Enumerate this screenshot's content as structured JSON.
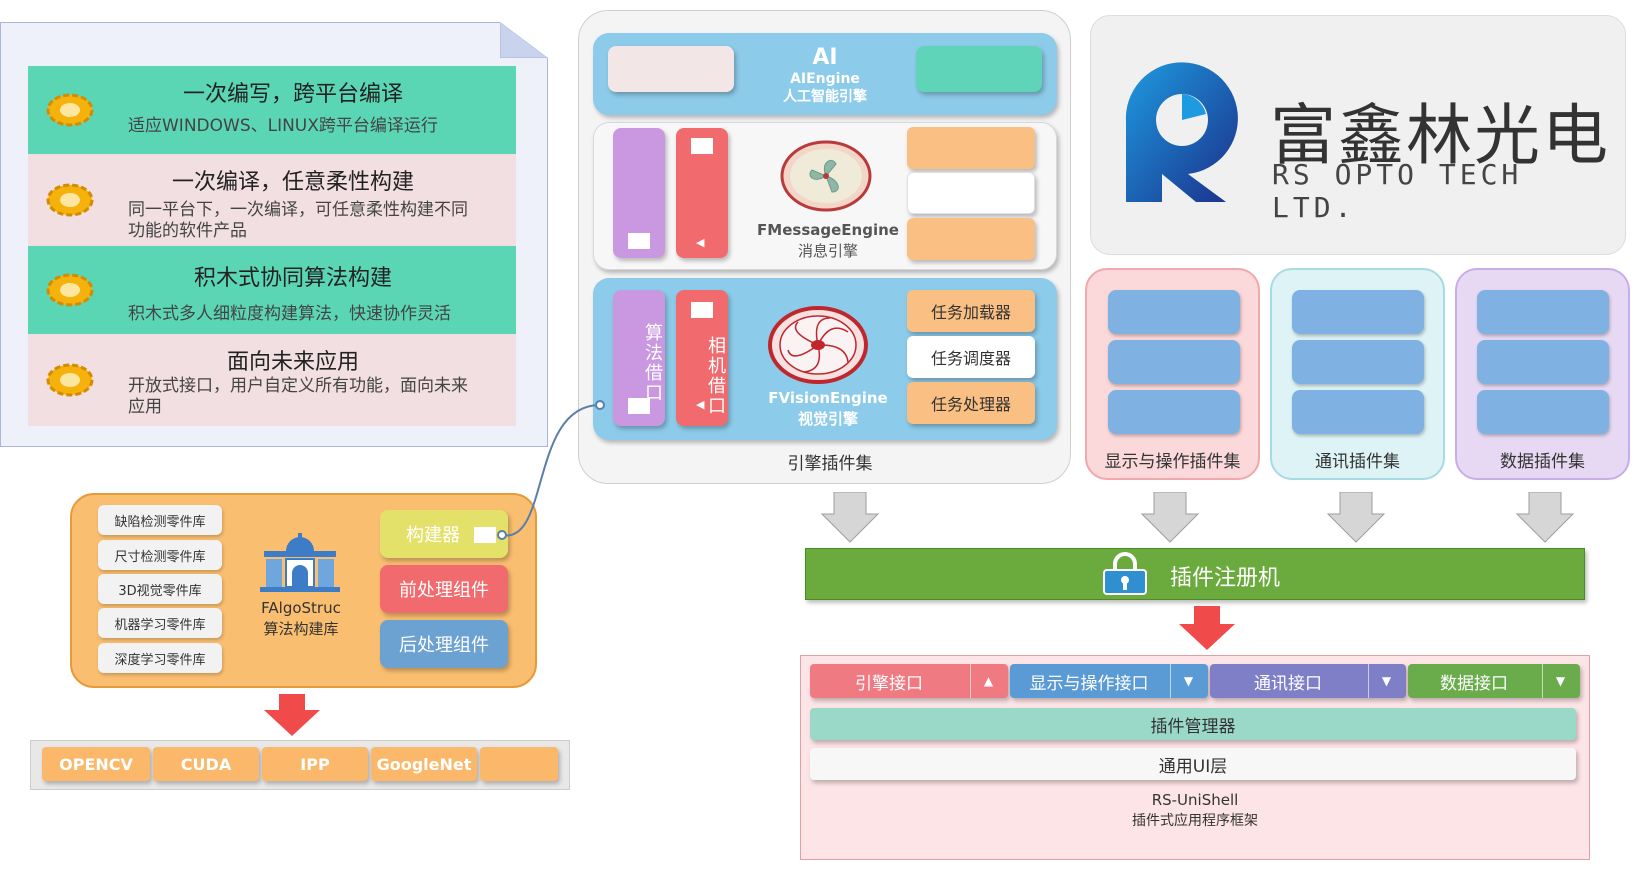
{
  "features": [
    {
      "title": "一次编写，跨平台编译",
      "desc": "适应WINDOWS、LINUX跨平台编译运行",
      "bg": "#5bd6b5"
    },
    {
      "title": "一次编译，任意柔性构建",
      "desc": "同一平台下，一次编译，可任意柔性构建不同功能的软件产品",
      "bg": "#f1dfe2"
    },
    {
      "title": "积木式协同算法构建",
      "desc": "积木式多人细粒度构建算法，快速协作灵活",
      "bg": "#5bd6b5"
    },
    {
      "title": "面向未来应用",
      "desc": "开放式接口，用户自定义所有功能，面向未来应用",
      "bg": "#f1dfe2"
    }
  ],
  "ai_engine": {
    "title": "AI",
    "name": "AIEngine",
    "sub": "人工智能引擎"
  },
  "message_engine": {
    "name": "FMessageEngine",
    "sub": "消息引擎"
  },
  "vision_engine": {
    "name": "FVisionEngine",
    "sub": "视觉引擎",
    "algo_port": "算法借口",
    "camera_port": "相机借口",
    "tasks": [
      "任务加载器",
      "任务调度器",
      "任务处理器"
    ]
  },
  "engine_collection_label": "引擎插件集",
  "plugin_sets": [
    {
      "label": "显示与操作插件集",
      "bg": "#fbd8d9",
      "border": "#f0a8ab"
    },
    {
      "label": "通讯插件集",
      "bg": "#ddf3f6",
      "border": "#a7dbe4"
    },
    {
      "label": "数据插件集",
      "bg": "#e7d9f3",
      "border": "#c9aee6"
    }
  ],
  "registry": {
    "label": "插件注册机"
  },
  "interfaces": [
    {
      "label": "引擎接口",
      "color": "#f07a82",
      "arrow": "▲"
    },
    {
      "label": "显示与操作接口",
      "color": "#5b9bd5",
      "arrow": "▼"
    },
    {
      "label": "通讯接口",
      "color": "#7f7fc8",
      "arrow": "▼"
    },
    {
      "label": "数据接口",
      "color": "#6aab4c",
      "arrow": "▼"
    }
  ],
  "plugin_manager": "插件管理器",
  "ui_layer": "通用UI层",
  "framework": {
    "name": "RS-UniShell",
    "sub": "插件式应用程序框架"
  },
  "algo_library": {
    "name": "FAlgoStruc",
    "sub": "算法构建库",
    "libs": [
      "缺陷检测零件库",
      "尺寸检测零件库",
      "3D视觉零件库",
      "机器学习零件库",
      "深度学习零件库"
    ],
    "builder": "构建器",
    "pre": "前处理组件",
    "post": "后处理组件"
  },
  "ext_libs": [
    "OPENCV",
    "CUDA",
    "IPP",
    "GoogleNet",
    ""
  ],
  "logo": {
    "cn": "富鑫林光电",
    "en": "RS OPTO TECH LTD."
  }
}
